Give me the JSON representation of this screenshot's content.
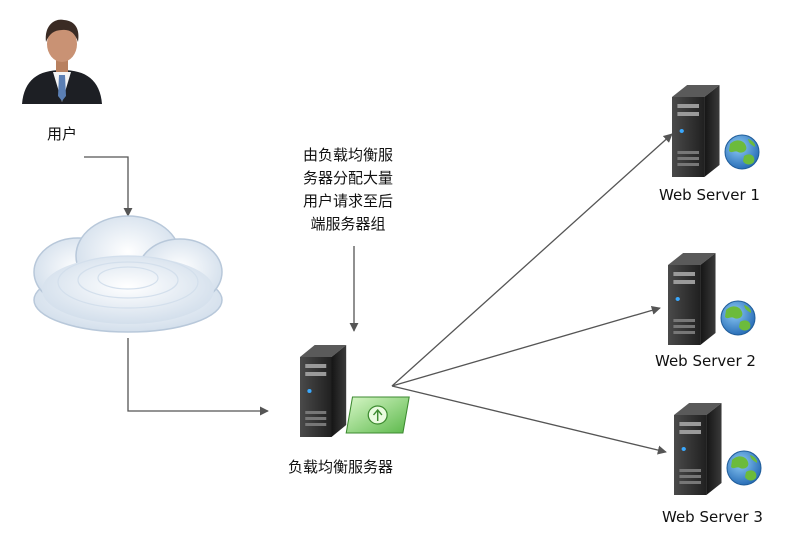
{
  "user_label": "用户",
  "annotation": "由负载均衡服\n务器分配大量\n用户请求至后\n端服务器组",
  "load_balancer_label": "负载均衡服务器",
  "servers": [
    {
      "label": "Web Server 1"
    },
    {
      "label": "Web Server 2"
    },
    {
      "label": "Web Server 3"
    }
  ],
  "colors": {
    "connector": "#555555",
    "suit": "#1d1f24",
    "skin": "#c99274",
    "tie": "#5b7fb4",
    "cloud": "#dfe9f3",
    "server_case": "#2a2a2a",
    "globe_sea": "#3b8fd4",
    "globe_land": "#6cbb3c",
    "balancer_card": "#8fdc7a"
  },
  "icons": {
    "user": "user-icon",
    "network": "cloud-icon",
    "load_balancer": "server-icon",
    "web_server": "server-globe-icon"
  }
}
